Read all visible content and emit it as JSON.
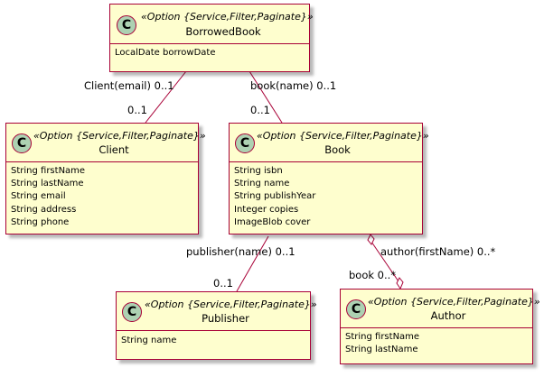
{
  "classes": {
    "borrowed_book": {
      "stereotype": "«Option {Service,Filter,Paginate}»",
      "name": "BorrowedBook",
      "attributes": [
        "LocalDate borrowDate"
      ]
    },
    "client": {
      "stereotype": "«Option {Service,Filter,Paginate}»",
      "name": "Client",
      "attributes": [
        "String firstName",
        "String lastName",
        "String email",
        "String address",
        "String phone"
      ]
    },
    "book": {
      "stereotype": "«Option {Service,Filter,Paginate}»",
      "name": "Book",
      "attributes": [
        "String isbn",
        "String name",
        "String publishYear",
        "Integer copies",
        "ImageBlob cover"
      ]
    },
    "publisher": {
      "stereotype": "«Option {Service,Filter,Paginate}»",
      "name": "Publisher",
      "attributes": [
        "String name"
      ]
    },
    "author": {
      "stereotype": "«Option {Service,Filter,Paginate}»",
      "name": "Author",
      "attributes": [
        "String firstName",
        "String lastName"
      ]
    }
  },
  "class_icon_letter": "C",
  "colors": {
    "class_fill": "#fefece",
    "class_border": "#a80036",
    "icon_fill": "#add1b2"
  },
  "relations": {
    "borrowed_client": {
      "source_label": "Client(email) 0..1",
      "target_mult": "0..1"
    },
    "borrowed_book": {
      "source_label": "book(name) 0..1",
      "target_mult": "0..1"
    },
    "book_publisher": {
      "source_label": "publisher(name) 0..1",
      "target_mult": "0..1"
    },
    "book_author": {
      "source_label": "author(firstName) 0..*",
      "target_label": "book 0..*"
    }
  }
}
